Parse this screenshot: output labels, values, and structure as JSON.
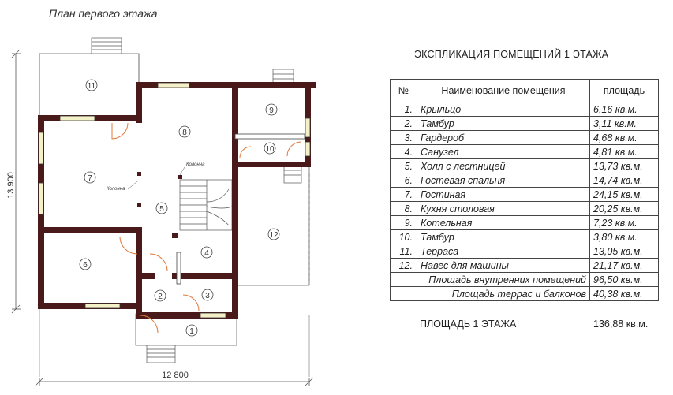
{
  "plan": {
    "title": "План первого этажа",
    "dim_width": "12 800",
    "dim_height": "13 900",
    "column_label": "Колонна",
    "rooms": [
      "1",
      "2",
      "3",
      "4",
      "5",
      "6",
      "7",
      "8",
      "9",
      "10",
      "11",
      "12"
    ],
    "wall_color": "#4a1a1a",
    "door_color": "#e07a3a"
  },
  "explication": {
    "title": "ЭКСПЛИКАЦИЯ ПОМЕЩЕНИЙ 1 ЭТАЖА",
    "headers": {
      "num": "№",
      "name": "Наименование помещения",
      "area": "площадь"
    },
    "rows": [
      {
        "num": "1.",
        "name": "Крыльцо",
        "area": "6,16 кв.м."
      },
      {
        "num": "2.",
        "name": "Тамбур",
        "area": "3,11 кв.м."
      },
      {
        "num": "3.",
        "name": "Гардероб",
        "area": "4,68 кв.м."
      },
      {
        "num": "4.",
        "name": "Санузел",
        "area": "4,81 кв.м."
      },
      {
        "num": "5.",
        "name": "Холл с лестницей",
        "area": "13,73 кв.м."
      },
      {
        "num": "6.",
        "name": "Гостевая спальня",
        "area": "14,74 кв.м."
      },
      {
        "num": "7.",
        "name": "Гостиная",
        "area": "24,15 кв.м."
      },
      {
        "num": "8.",
        "name": "Кухня столовая",
        "area": "20,25 кв.м."
      },
      {
        "num": "9.",
        "name": "Котельная",
        "area": "7,23 кв.м."
      },
      {
        "num": "10.",
        "name": "Тамбур",
        "area": "3,80 кв.м."
      },
      {
        "num": "11.",
        "name": "Терраса",
        "area": "13,05 кв.м."
      },
      {
        "num": "12.",
        "name": "Навес для машины",
        "area": "21,17 кв.м."
      }
    ],
    "summary": [
      {
        "label": "Площадь внутренних помещений",
        "area": "96,50 кв.м."
      },
      {
        "label": "Площадь террас и балконов",
        "area": "40,38 кв.м."
      }
    ],
    "total_label": "ПЛОЩАДЬ 1 ЭТАЖА",
    "total_value": "136,88 кв.м."
  }
}
